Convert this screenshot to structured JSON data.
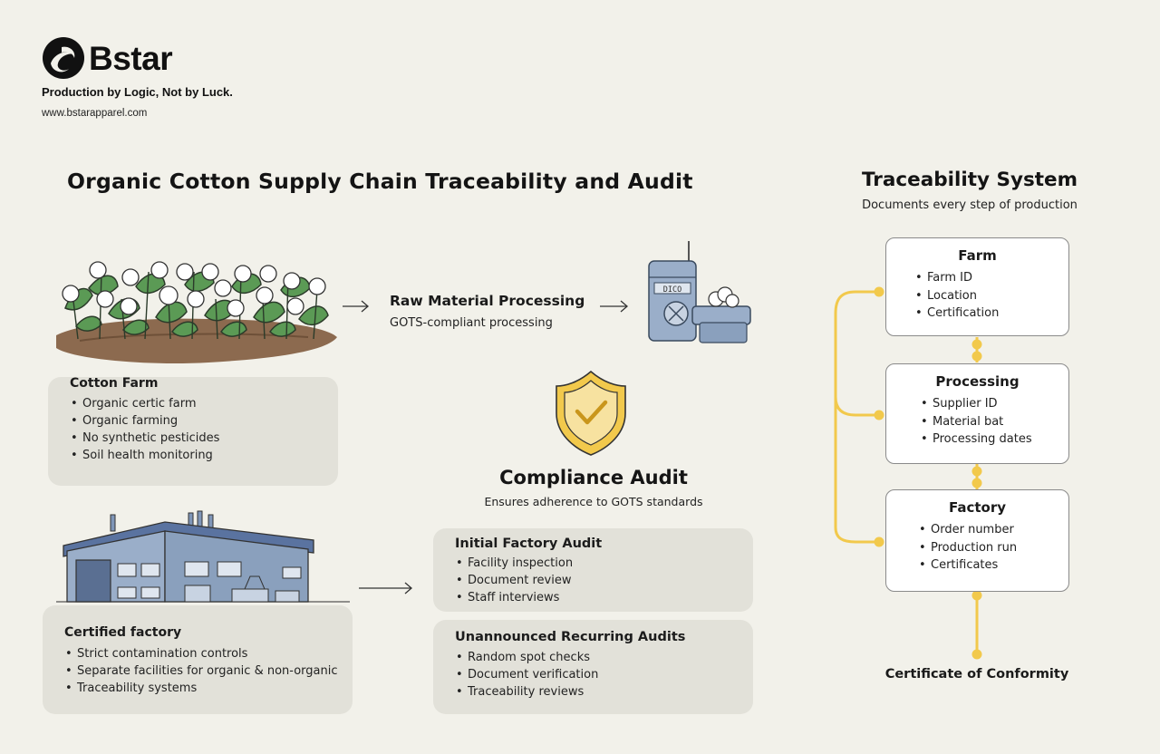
{
  "brand": {
    "name": "Bstar",
    "tagline": "Production by Logic, Not by Luck.",
    "website": "www.bstarapparel.com"
  },
  "title": "Organic Cotton Supply Chain Traceability and Audit",
  "cotton_farm": {
    "title": "Cotton Farm",
    "items": [
      "Organic certic farm",
      "Organic farming",
      "No synthetic pesticides",
      "Soil health monitoring"
    ]
  },
  "raw_material": {
    "title": "Raw Material Processing",
    "subtitle": "GOTS-compliant processing"
  },
  "compliance_audit": {
    "title": "Compliance Audit",
    "subtitle": "Ensures adherence to GOTS standards"
  },
  "certified_factory": {
    "title": "Certified factory",
    "items": [
      "Strict contamination controls",
      "Separate facilities for organic & non-organic",
      "Traceability systems"
    ]
  },
  "initial_audit": {
    "title": "Initial Factory Audit",
    "items": [
      "Facility inspection",
      "Document review",
      "Staff interviews"
    ]
  },
  "recurring_audits": {
    "title": "Unannounced Recurring Audits",
    "items": [
      "Random spot checks",
      "Document verification",
      "Traceability reviews"
    ]
  },
  "traceability": {
    "title": "Traceability System",
    "subtitle": "Documents every step of production",
    "steps": [
      {
        "title": "Farm",
        "items": [
          "Farm ID",
          "Location",
          "Certification"
        ]
      },
      {
        "title": "Processing",
        "items": [
          "Supplier ID",
          "Material bat",
          "Processing dates"
        ]
      },
      {
        "title": "Factory",
        "items": [
          "Order number",
          "Production run",
          "Certificates"
        ]
      }
    ],
    "result": "Certificate of Conformity"
  },
  "machine_label": "DICO",
  "colors": {
    "background": "#f2f1ea",
    "card": "#e2e1d9",
    "connector": "#f2c94c",
    "shield": "#f2c94c",
    "plant": "#5b9a55",
    "soil": "#8c6a4f",
    "machine": "#9aaec9",
    "factory": "#7f96b8"
  },
  "icons": [
    "bstar-logo-icon",
    "cotton-field-icon",
    "processing-machine-icon",
    "shield-check-icon",
    "factory-building-icon",
    "arrow-right-icon"
  ]
}
